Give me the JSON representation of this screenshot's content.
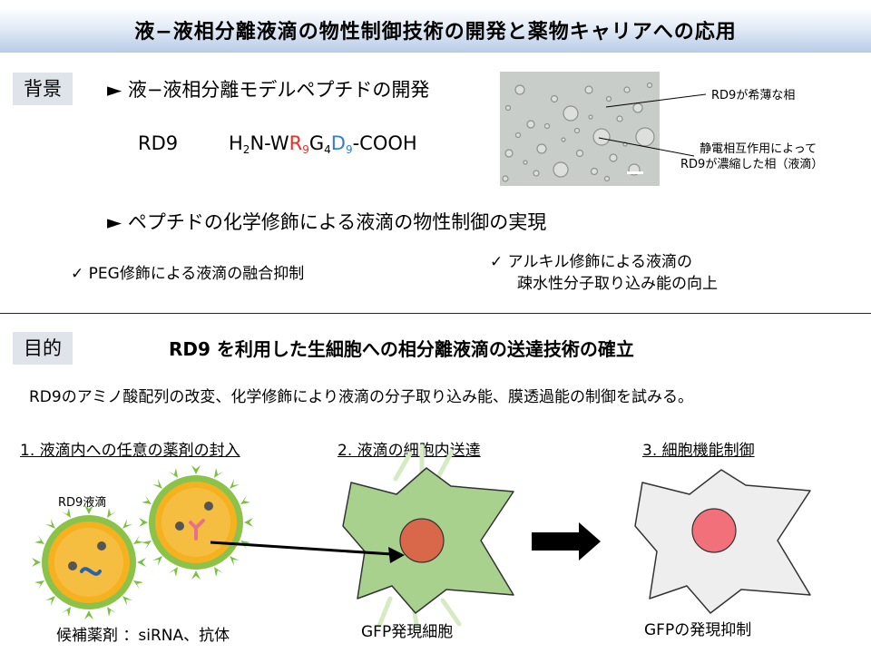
{
  "title": "液−液相分離液滴の物性制御技術の開発と薬物キャリアへの応用",
  "background": {
    "tag": "背景",
    "bullet1": "► 液−液相分離モデルペプチドの開発",
    "peptide_name": "RD9",
    "formula": {
      "prefix": "H",
      "sub2": "2",
      "mid1": "N-W",
      "r": "R",
      "sub9a": "9",
      "g": "G",
      "sub4": "4",
      "d": "D",
      "sub9b": "9",
      "suffix": "-COOH"
    },
    "micro_label_dilute": "RD9が希薄な相",
    "micro_label_dense_line1": "静電相互作用によって",
    "micro_label_dense_line2": "RD9が濃縮した相（液滴）",
    "bullet2": "► ペプチドの化学修飾による液滴の物性制御の実現",
    "check1": "✓ PEG修飾による液滴の融合抑制",
    "check2_line1": "✓ アルキル修飾による液滴の",
    "check2_line2": "疎水性分子取り込み能の向上"
  },
  "purpose": {
    "tag": "目的",
    "heading": "RD9 を利用した生細胞への相分離液滴の送達技術の確立",
    "description": "RD9のアミノ酸配列の改変、化学修飾により液滴の分子取り込み能、膜透過能の制御を試みる。"
  },
  "steps": [
    {
      "title": "1. 液滴内への任意の薬剤の封入",
      "droplet_label": "RD9液滴",
      "caption": "候補薬剤 ：siRNA、抗体"
    },
    {
      "title": "2. 液滴の細胞内送達",
      "caption": "GFP発現細胞"
    },
    {
      "title": "3. 細胞機能制御",
      "caption": "GFPの発現抑制"
    }
  ],
  "colors": {
    "title_gradient": "#b8cbe6",
    "tag_bg": "#dfe3ea",
    "r_color": "#e0322c",
    "d_color": "#2f7fd0",
    "cell_green": "#a9d18e",
    "nucleus_orange": "#d9684a",
    "cell_grey": "#eeeeee",
    "nucleus_pink": "#f2707a",
    "droplet_core": "#f5b120",
    "droplet_spikes": "#7bc043"
  }
}
